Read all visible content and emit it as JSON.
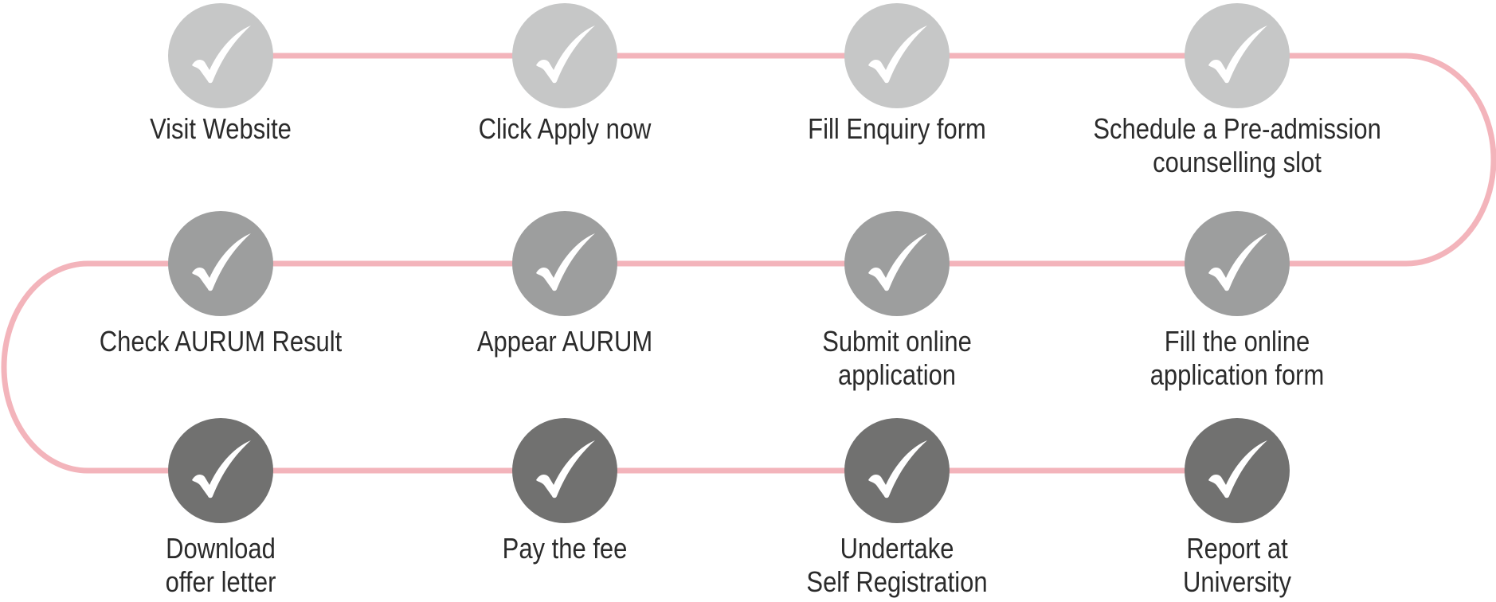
{
  "colors": {
    "connector": "#f3b4bb",
    "row1": "#c6c7c7",
    "row2": "#9d9e9e",
    "row3": "#717170",
    "check": "#ffffff",
    "text": "#2b2b2b"
  },
  "steps": [
    {
      "row": 1,
      "icon": "checkmark-icon",
      "lines": [
        "Visit Website"
      ]
    },
    {
      "row": 1,
      "icon": "checkmark-icon",
      "lines": [
        "Click Apply now"
      ]
    },
    {
      "row": 1,
      "icon": "checkmark-icon",
      "lines": [
        "Fill Enquiry form"
      ]
    },
    {
      "row": 1,
      "icon": "checkmark-icon",
      "lines": [
        "Schedule a Pre-admission",
        "counselling slot"
      ]
    },
    {
      "row": 2,
      "icon": "checkmark-icon",
      "lines": [
        "Fill the online",
        "application form"
      ]
    },
    {
      "row": 2,
      "icon": "checkmark-icon",
      "lines": [
        "Submit online",
        "application"
      ]
    },
    {
      "row": 2,
      "icon": "checkmark-icon",
      "lines": [
        "Appear AURUM"
      ]
    },
    {
      "row": 2,
      "icon": "checkmark-icon",
      "lines": [
        "Check AURUM Result"
      ]
    },
    {
      "row": 3,
      "icon": "checkmark-icon",
      "lines": [
        "Download",
        "offer letter"
      ]
    },
    {
      "row": 3,
      "icon": "checkmark-icon",
      "lines": [
        "Pay the fee"
      ]
    },
    {
      "row": 3,
      "icon": "checkmark-icon",
      "lines": [
        "Undertake",
        "Self Registration"
      ]
    },
    {
      "row": 3,
      "icon": "checkmark-icon",
      "lines": [
        "Report at",
        "University"
      ]
    }
  ]
}
